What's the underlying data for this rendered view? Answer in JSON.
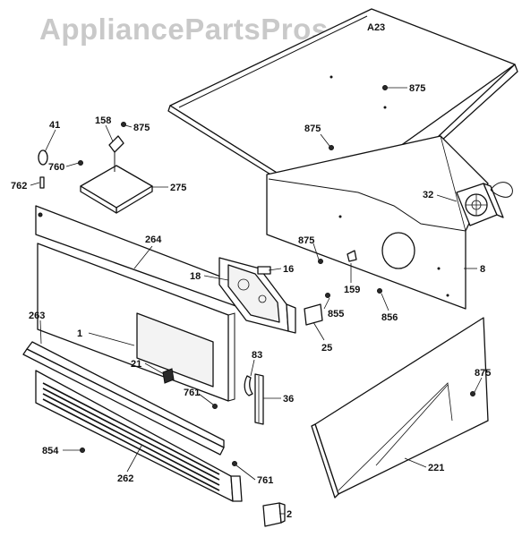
{
  "watermark": "AppliancePartsPros.com",
  "corner_tag": "A23",
  "callouts": {
    "c41": "41",
    "c158": "158",
    "c875a": "875",
    "c760": "760",
    "c762": "762",
    "c275": "275",
    "c875b": "875",
    "c875c": "875",
    "c32": "32",
    "c264": "264",
    "c875d": "875",
    "c16": "16",
    "c18": "18",
    "c8": "8",
    "c159": "159",
    "c263": "263",
    "c855": "855",
    "c856": "856",
    "c1": "1",
    "c25": "25",
    "c83": "83",
    "c21": "21",
    "c875e": "875",
    "c761a": "761",
    "c36": "36",
    "c854": "854",
    "c262": "262",
    "c761b": "761",
    "c221": "221",
    "c2": "2"
  }
}
